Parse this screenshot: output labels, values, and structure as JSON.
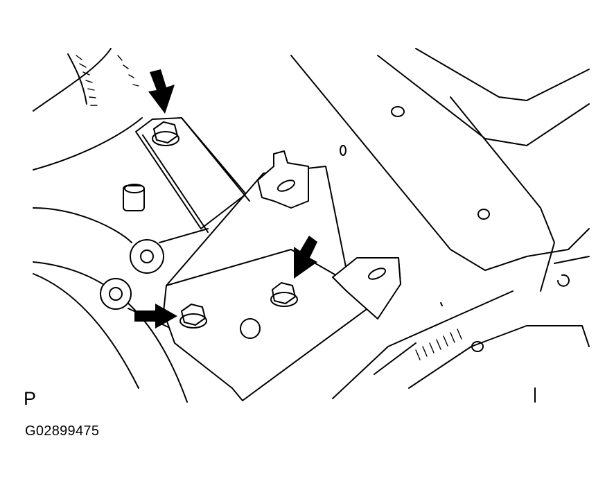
{
  "diagram": {
    "view_label": "P",
    "figure_code": "G02899475",
    "parts": [
      "bracket",
      "bolt",
      "bolt",
      "bolt",
      "frame",
      "tire"
    ],
    "arrow_count": 3
  }
}
